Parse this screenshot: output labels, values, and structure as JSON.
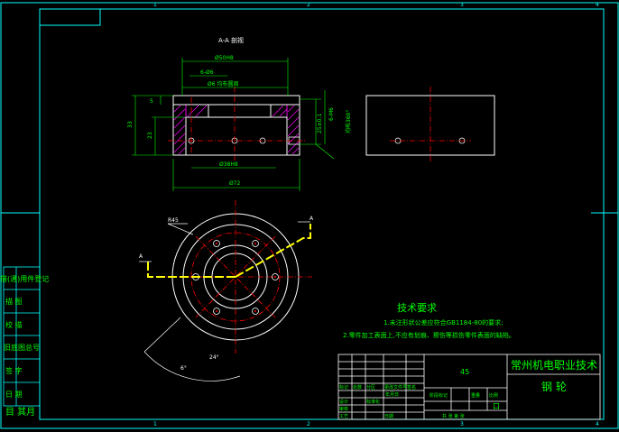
{
  "colors": {
    "background": "#000000",
    "frame": "#00ffff",
    "part": "#ffffff",
    "centerline": "#ff0000",
    "hatch": "#ff00ff",
    "dimension": "#00ff00",
    "cutline": "#ffff00",
    "hole": "#ff0000"
  },
  "drawing": {
    "section_title": "A-A 剖视",
    "dims": {
      "d50": "Ø50H8",
      "holes": "6-Ø6",
      "d6": "Ø6 均布圆周",
      "d5": "5",
      "d33": "33",
      "d23": "23",
      "d38": "Ø38H8",
      "d72": "Ø72",
      "d25": "25±0.1",
      "d6m": "6-M6",
      "d360": "均布360°",
      "r45": "R45",
      "ang24": "24°",
      "ang6": "6°",
      "cutA1": "A",
      "cutA2": "A"
    }
  },
  "tech": {
    "heading": "技术要求",
    "line1": "1.未注形状公差应符合GB1184-80的要求;",
    "line2": "2.零件加工表面上,不应有划痕、擦伤等损伤零件表面的缺陷。"
  },
  "sidebar": {
    "items": [
      "借(通)用件登记",
      "描 图",
      "校 描",
      "旧底图总号",
      "签 字",
      "日 期"
    ],
    "bottom": "目 其月"
  },
  "title_block": {
    "company": "常州机电职业技术",
    "material": "45",
    "part_name": "钢 轮",
    "labels": [
      "标记",
      "处数",
      "分区",
      "更改文件号",
      "签名",
      "年月日",
      "设计",
      "标准化",
      "审核",
      "工艺",
      "日期"
    ],
    "stage_labels": [
      "阶段标记",
      "重量",
      "比例"
    ],
    "sheet_label": "共 张 第 张",
    "box": "口"
  },
  "frame_ticks": [
    "1",
    "2",
    "3",
    "4",
    "1",
    "2",
    "3",
    "4"
  ]
}
